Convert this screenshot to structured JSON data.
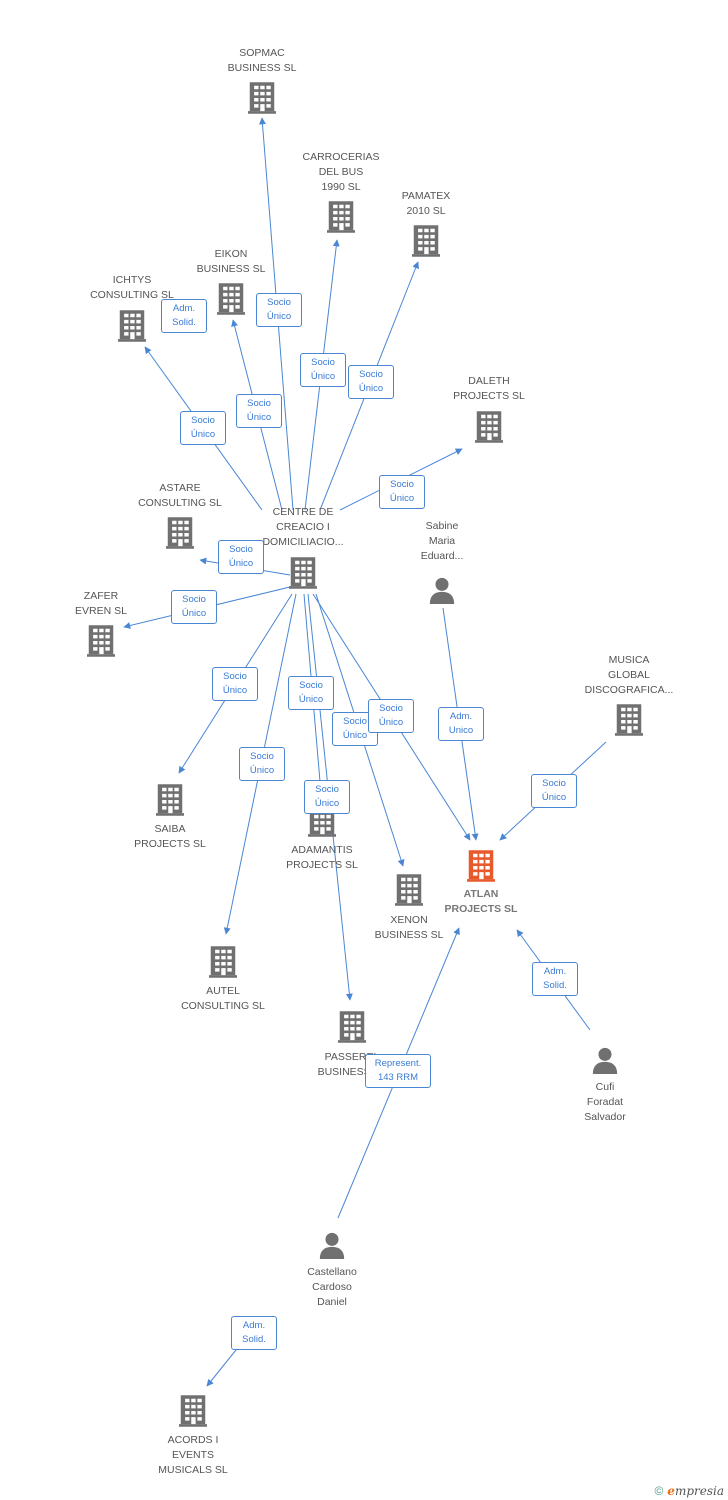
{
  "colors": {
    "edge": "#4a86d4",
    "icon": "#707070",
    "focus_icon": "#e8592b",
    "label": "#555555"
  },
  "nodes": [
    {
      "id": "sopmac",
      "label": "SOPMAC\nBUSINESS  SL",
      "icon": "building-icon"
    },
    {
      "id": "carrocerias",
      "label": "CARROCERIAS\nDEL BUS\n1990  SL",
      "icon": "building-icon"
    },
    {
      "id": "pamatex",
      "label": "PAMATEX\n2010  SL",
      "icon": "building-icon"
    },
    {
      "id": "eikon",
      "label": "EIKON\nBUSINESS SL",
      "icon": "building-icon"
    },
    {
      "id": "ichtys",
      "label": "ICHTYS\nCONSULTING SL",
      "icon": "building-icon"
    },
    {
      "id": "daleth",
      "label": "DALETH\nPROJECTS SL",
      "icon": "building-icon"
    },
    {
      "id": "astare",
      "label": "ASTARE\nCONSULTING SL",
      "icon": "building-icon"
    },
    {
      "id": "centre",
      "label": "CENTRE DE\nCREACIO I\nDOMICILIACIO...",
      "icon": "building-icon"
    },
    {
      "id": "sabine",
      "label": "Sabine\nMaria\nEduard...",
      "icon": "person-icon"
    },
    {
      "id": "zafer",
      "label": "ZAFER\nEVREN SL",
      "icon": "building-icon"
    },
    {
      "id": "musica",
      "label": "MUSICA\nGLOBAL\nDISCOGRAFICA...",
      "icon": "building-icon"
    },
    {
      "id": "saiba",
      "label": "SAIBA\nPROJECTS SL",
      "icon": "building-icon"
    },
    {
      "id": "adamantis",
      "label": "ADAMANTIS\nPROJECTS SL",
      "icon": "building-icon"
    },
    {
      "id": "atlan",
      "label": "ATLAN\nPROJECTS SL",
      "icon": "building-icon",
      "focus": true
    },
    {
      "id": "xenon",
      "label": "XENON\nBUSINESS SL",
      "icon": "building-icon"
    },
    {
      "id": "autel",
      "label": "AUTEL\nCONSULTING SL",
      "icon": "building-icon"
    },
    {
      "id": "passerel",
      "label": "PASSEREL\nBUSINESS SL",
      "icon": "building-icon"
    },
    {
      "id": "cufi",
      "label": "Cufi\nForadat\nSalvador",
      "icon": "person-icon"
    },
    {
      "id": "castellano",
      "label": "Castellano\nCardoso\nDaniel",
      "icon": "person-icon"
    },
    {
      "id": "acords",
      "label": "ACORDS I\nEVENTS\nMUSICALS SL",
      "icon": "building-icon"
    }
  ],
  "edges": [
    {
      "from": "centre",
      "to": "sopmac",
      "label": "Socio\nÚnico"
    },
    {
      "from": "centre",
      "to": "carrocerias",
      "label": "Socio\nÚnico"
    },
    {
      "from": "centre",
      "to": "pamatex",
      "label": "Socio\nÚnico"
    },
    {
      "from": "centre",
      "to": "eikon",
      "label": "Socio\nÚnico"
    },
    {
      "from": "centre",
      "to": "ichtys",
      "label": "Socio\nÚnico"
    },
    {
      "from": "ichtys",
      "to": null,
      "label": "Adm.\nSolid."
    },
    {
      "from": "centre",
      "to": "daleth",
      "label": "Socio\nÚnico"
    },
    {
      "from": "centre",
      "to": "astare",
      "label": "Socio\nÚnico"
    },
    {
      "from": "centre",
      "to": "zafer",
      "label": "Socio\nÚnico"
    },
    {
      "from": "centre",
      "to": "saiba",
      "label": "Socio\nÚnico"
    },
    {
      "from": "centre",
      "to": "autel",
      "label": "Socio\nÚnico"
    },
    {
      "from": "centre",
      "to": "adamantis",
      "label": "Socio\nÚnico"
    },
    {
      "from": "centre",
      "to": "passerel",
      "label": "Socio\nÚnico"
    },
    {
      "from": "centre",
      "to": "xenon",
      "label": "Socio\nÚnico"
    },
    {
      "from": "centre",
      "to": "atlan",
      "label": "Socio\nÚnico"
    },
    {
      "from": "sabine",
      "to": "atlan",
      "label": "Adm.\nUnico"
    },
    {
      "from": "musica",
      "to": "atlan",
      "label": "Socio\nÚnico"
    },
    {
      "from": "cufi",
      "to": "atlan",
      "label": "Adm.\nSolid."
    },
    {
      "from": "castellano",
      "to": "atlan",
      "label": "Represent.\n143 RRM"
    },
    {
      "from": "castellano",
      "to": "acords",
      "label": "Adm.\nSolid."
    }
  ],
  "footer": {
    "copyright": "©",
    "brand_e": "e",
    "brand_rest": "mpresia"
  }
}
